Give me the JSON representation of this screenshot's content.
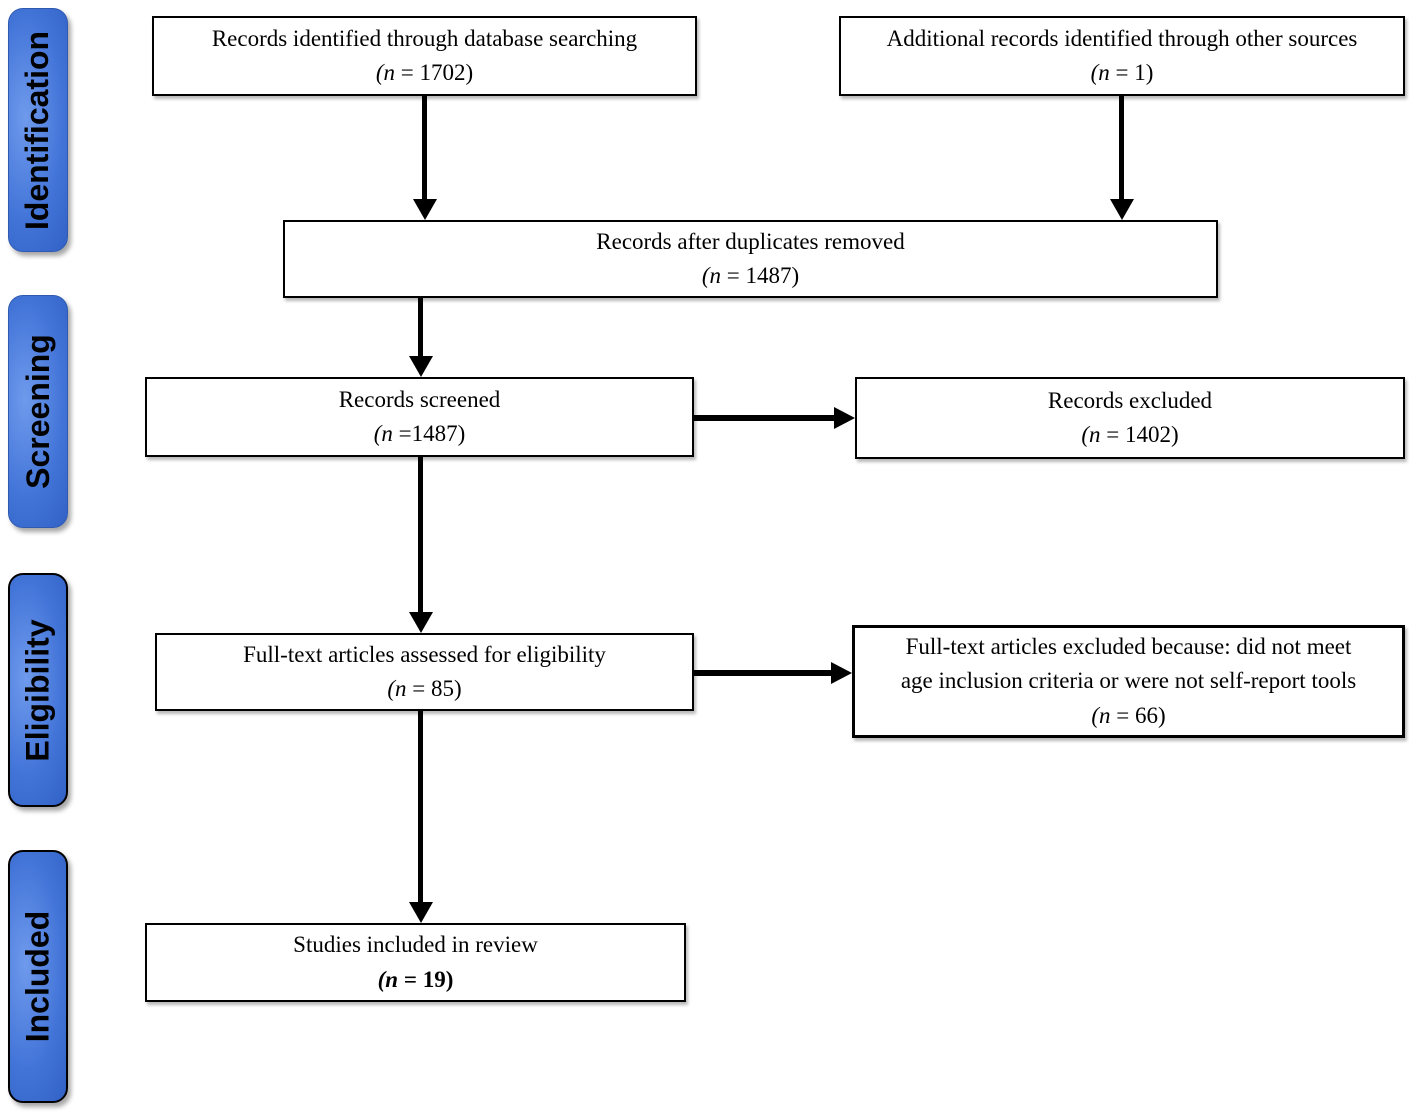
{
  "sidebar": {
    "items": [
      {
        "label": "Identification"
      },
      {
        "label": "Screening"
      },
      {
        "label": "Eligibility"
      },
      {
        "label": "Included"
      }
    ]
  },
  "boxes": {
    "identified": {
      "lines": [
        "Records identified through database searching"
      ],
      "n_italic": "(n",
      "n_rest": " = 1702)"
    },
    "additional": {
      "lines": [
        "Additional records identified through other sources"
      ],
      "n_italic": "(n",
      "n_rest": " = 1)"
    },
    "deduplicated": {
      "lines": [
        "Records after duplicates removed"
      ],
      "n_italic": "(n",
      "n_rest": " = 1487)"
    },
    "screened": {
      "lines": [
        "Records screened"
      ],
      "n_italic": "(n",
      "n_rest": " =1487)"
    },
    "records_excluded": {
      "lines": [
        "Records excluded"
      ],
      "n_italic": "(n",
      "n_rest": " = 1402)"
    },
    "fulltext_assessed": {
      "lines": [
        "Full-text articles assessed for eligibility"
      ],
      "n_italic": "(n",
      "n_rest": " = 85)"
    },
    "fulltext_excluded": {
      "lines": [
        "Full-text articles excluded because: did not meet",
        "age inclusion criteria or were not self-report tools"
      ],
      "n_italic": "(n",
      "n_rest": " = 66)"
    },
    "studies_included": {
      "lines": [
        "Studies included in review"
      ],
      "n_italic": "(n",
      "n_rest": " = 19)"
    }
  },
  "colors": {
    "stage_blue": "#4274d8",
    "stage_blue_light": "#6f9aec",
    "stage_blue_dark": "#2a59bd",
    "box_border": "#000000",
    "arrow": "#000000"
  }
}
